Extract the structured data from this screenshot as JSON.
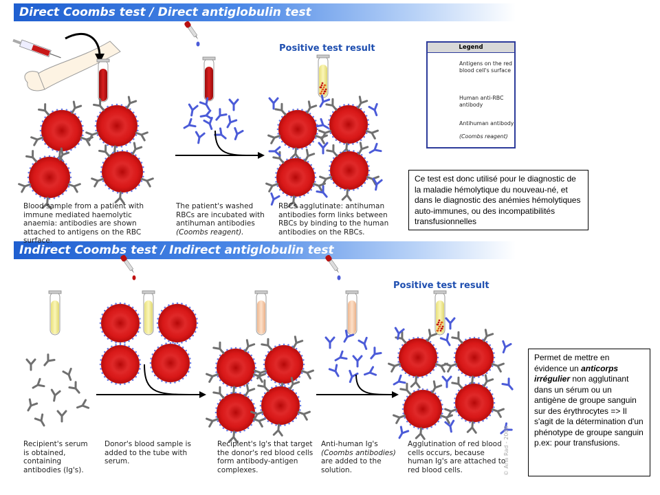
{
  "section1": {
    "title": "Direct Coombs test / Direct antiglobulin test",
    "positive_label": "Positive test result",
    "captions": [
      "Blood sample from a patient with immune mediated haemolytic anaemia: antibodies are shown attached to antigens on the RBC surface.",
      "The patient's washed RBCs are incubated with antihuman antibodies ",
      "RBCs agglutinate: antihuman antibodies form links between RBCs by binding to the human antibodies on the RBCs."
    ],
    "coombs_reagent_label": "(Coombs reagent)."
  },
  "legend": {
    "title": "Legend",
    "items": [
      "Antigens on the red blood cell's surface",
      "Human anti-RBC antibody",
      "Antihuman antibody",
      "(Coombs reagent)"
    ]
  },
  "note1": {
    "text": "Ce test est donc utilisé pour le diagnostic de la maladie hémolytique du nouveau-né, et dans le diagnostic des anémies hémolytiques auto-immunes, ou des incompatibilités transfusionnelles"
  },
  "section2": {
    "title": "Indirect Coombs test / Indirect antiglobulin test",
    "positive_label": "Positive test result",
    "captions": [
      "Recipient's serum is obtained, containing antibodies (Ig's).",
      "Donor's blood sample is added to the tube with serum.",
      "Recipient's Ig's that target the donor's red blood cells form antibody-antigen complexes.",
      "Anti-human Ig's ",
      "Agglutination of red blood cells occurs, because human Ig's are attached to red blood cells."
    ],
    "coombs_antibodies_label": "(Coombs antibodies)",
    "caption4_rest": " are added to the solution."
  },
  "note2": {
    "part1": "Permet de mettre en évidence un ",
    "emphasis": "anticorps irrégulier",
    "part2": " non agglutinant dans un sérum ou un antigène de groupe sanguin sur des érythrocytes => Il s'agit de la détermination d'un phénotype de groupe sanguin p.ex: pour transfusions."
  },
  "copyright": "© Aria Rad - 2006",
  "colors": {
    "banner": "#1f5fd0",
    "rbc": "#d81818",
    "antihuman": "#4b5bd8",
    "human_ab": "#707070",
    "legend_border": "#2c3a9a"
  }
}
